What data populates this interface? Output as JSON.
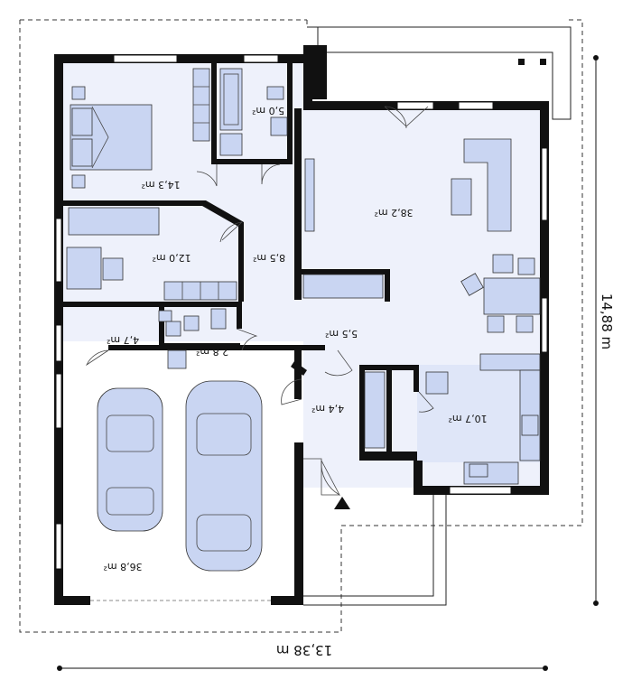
{
  "plan": {
    "dimensions": {
      "width_label": "13,38 m",
      "height_label": "14,88 m"
    },
    "rooms": [
      {
        "id": "bedroom-1",
        "area": "14,3 m²"
      },
      {
        "id": "bathroom",
        "area": "5,0 m²"
      },
      {
        "id": "living-room",
        "area": "38,2 m²"
      },
      {
        "id": "bedroom-2",
        "area": "12,0 m²"
      },
      {
        "id": "hall",
        "area": "8,5 m²"
      },
      {
        "id": "utility",
        "area": "4,7 m²"
      },
      {
        "id": "wc",
        "area": "2,8 m²"
      },
      {
        "id": "corridor",
        "area": "5,5 m²"
      },
      {
        "id": "vestibule",
        "area": "4,4 m²"
      },
      {
        "id": "kitchen",
        "area": "10,7 m²"
      },
      {
        "id": "garage",
        "area": "36,8 m²"
      }
    ],
    "colors": {
      "wall": "#111111",
      "floor": "#eef1fb",
      "furniture": "#c9d5f2"
    }
  }
}
